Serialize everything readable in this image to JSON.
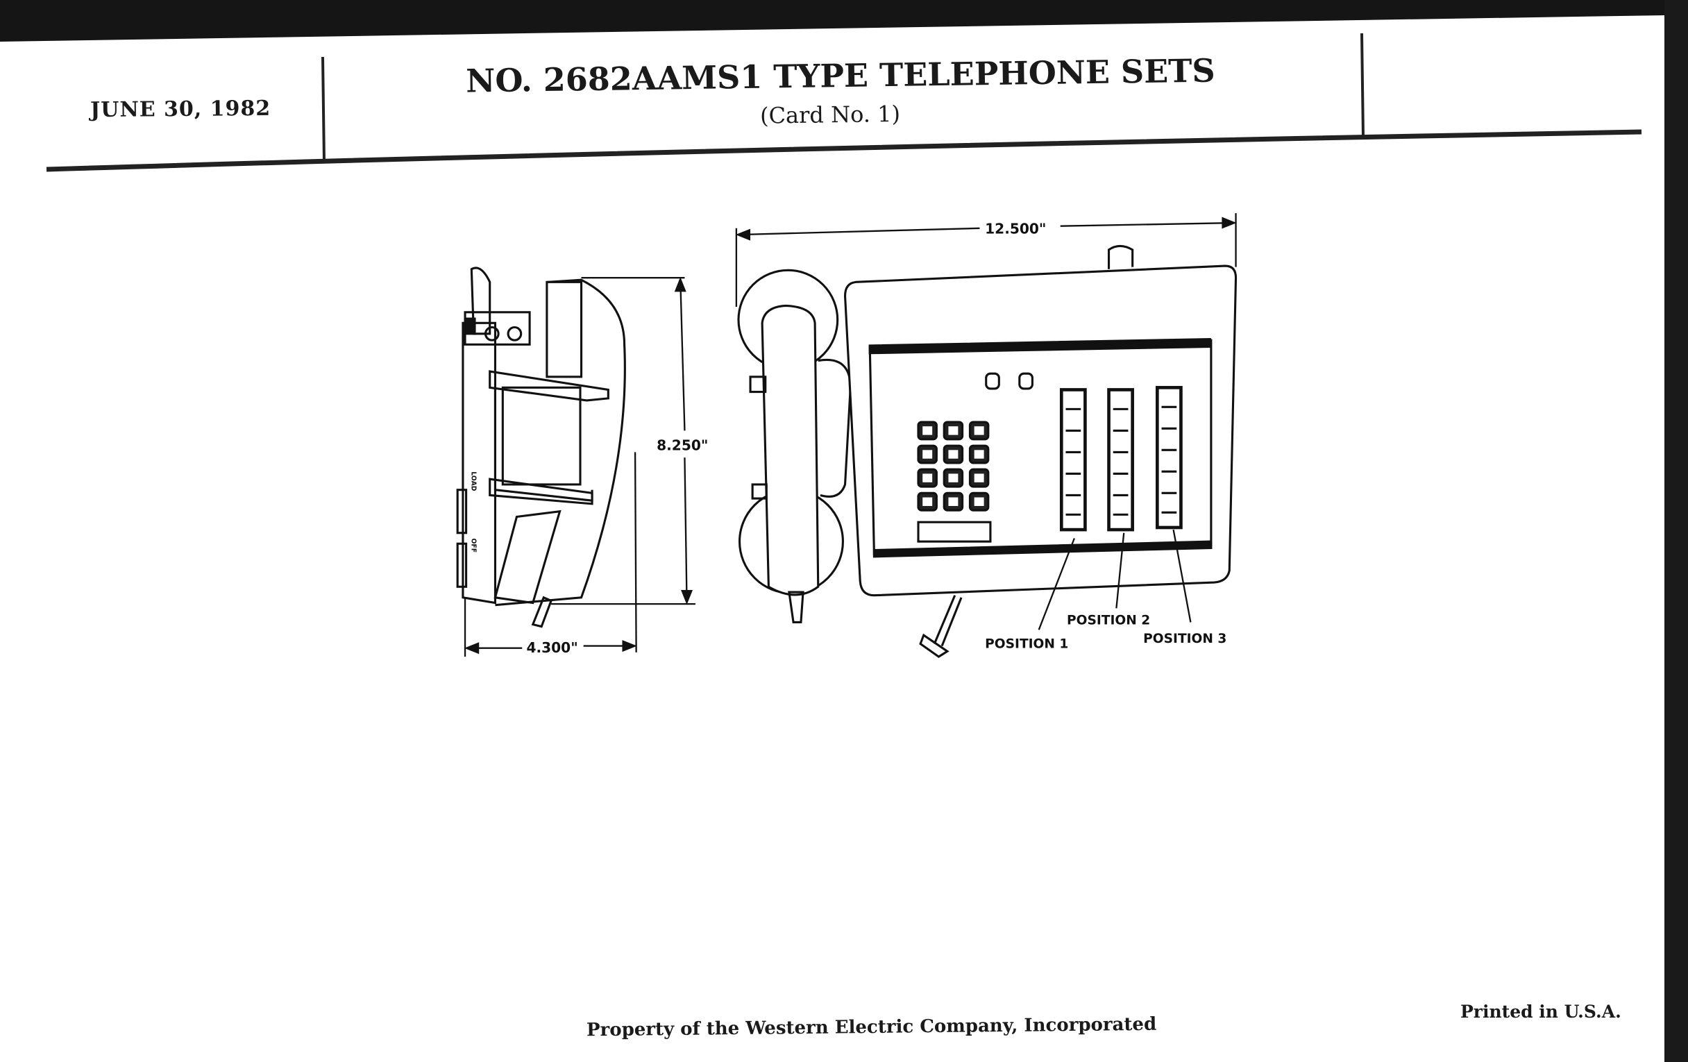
{
  "header": {
    "date": "JUNE 30, 1982",
    "title": "NO. 2682AAMS1 TYPE TELEPHONE SETS",
    "subtitle": "(Card No. 1)"
  },
  "figure": {
    "side_view": {
      "height_dim": "8.250\"",
      "depth_dim": "4.300\"",
      "switch_labels": [
        "LOAD",
        "OFF"
      ]
    },
    "front_view": {
      "width_dim": "12.500\"",
      "callouts": [
        "POSITION 1",
        "POSITION 2",
        "POSITION 3"
      ]
    }
  },
  "footer": {
    "property": "Property of the Western Electric Company, Incorporated",
    "printed": "Printed in U.S.A."
  }
}
